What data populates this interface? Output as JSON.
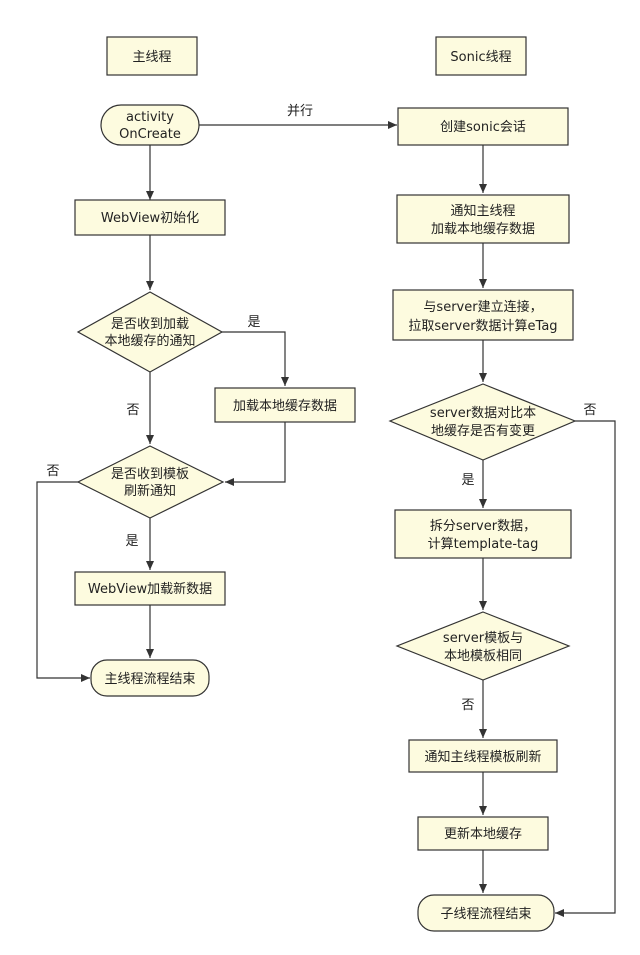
{
  "colors": {
    "fill": "#fdfbdf",
    "stroke": "#333333",
    "text": "#222222"
  },
  "nodes": {
    "main_title": {
      "label": "主线程"
    },
    "sonic_title": {
      "label": "Sonic线程"
    },
    "activity": {
      "lines": [
        "activity",
        "OnCreate"
      ]
    },
    "webview_init": {
      "label": "WebView初始化"
    },
    "check_cache_notify": {
      "lines": [
        "是否收到加载",
        "本地缓存的通知"
      ]
    },
    "load_cache": {
      "label": "加载本地缓存数据"
    },
    "check_template_notify": {
      "lines": [
        "是否收到模板",
        "刷新通知"
      ]
    },
    "webview_load_new": {
      "label": "WebView加载新数据"
    },
    "main_end": {
      "label": "主线程流程结束"
    },
    "create_session": {
      "label": "创建sonic会话"
    },
    "notify_main_load_cache": {
      "lines": [
        "通知主线程",
        "加载本地缓存数据"
      ]
    },
    "connect_server": {
      "lines": [
        "与server建立连接，",
        "拉取server数据计算eTag"
      ]
    },
    "compare_data": {
      "lines": [
        "server数据对比本",
        "地缓存是否有变更"
      ]
    },
    "split_data": {
      "lines": [
        "拆分server数据，",
        "计算template-tag"
      ]
    },
    "compare_template": {
      "lines": [
        "server模板与",
        "本地模板相同"
      ]
    },
    "notify_template_refresh": {
      "label": "通知主线程模板刷新"
    },
    "update_cache": {
      "label": "更新本地缓存"
    },
    "sub_end": {
      "label": "子线程流程结束"
    }
  },
  "edges": {
    "parallel": "并行",
    "cache_yes": "是",
    "cache_no": "否",
    "template_no": "否",
    "template_yes": "是",
    "data_no": "否",
    "data_yes": "是",
    "tpl_same_no": "否"
  }
}
